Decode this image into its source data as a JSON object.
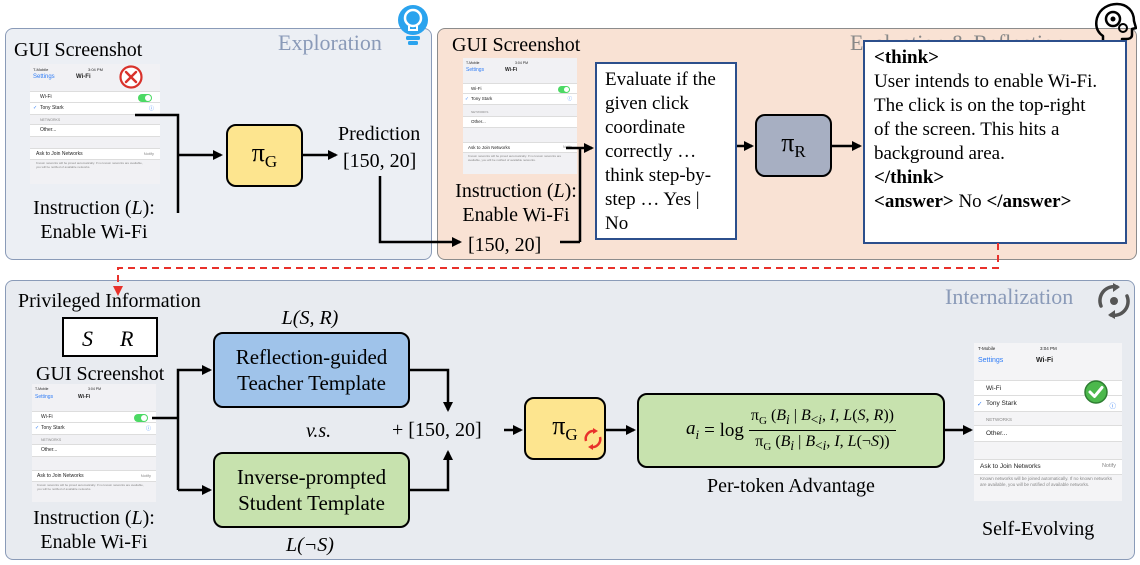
{
  "exploration": {
    "title": "Exploration",
    "screenshot_label": "GUI Screenshot",
    "instruction_line1": "Instruction (L):",
    "instruction_line2": "Enable Wi-Fi",
    "policy": "π_G",
    "prediction_label": "Prediction",
    "prediction_value": "[150, 20]"
  },
  "evaluation": {
    "title": "Evaluation & Reflection",
    "screenshot_label": "GUI Screenshot",
    "instruction_line1": "Instruction (L):",
    "instruction_line2": "Enable Wi-Fi",
    "coord": "[150, 20]",
    "prompt_lines": [
      "Evaluate if the",
      "given click",
      "coordinate",
      "correctly …",
      "think step-by-",
      "step … Yes |",
      "No"
    ],
    "policy": "π_R",
    "think_open": "<think>",
    "think_lines": [
      "User intends to enable Wi-Fi.",
      "The click is on the top-right",
      "of the screen. This hits a",
      "background area."
    ],
    "think_close": "</think>",
    "answer_open": "<answer>",
    "answer_value": " No ",
    "answer_close": "</answer>"
  },
  "internalization": {
    "title": "Internalization",
    "privileged_label": "Privileged Information",
    "priv_s": "S",
    "priv_r": "R",
    "screenshot_label": "GUI Screenshot",
    "instruction_line1": "Instruction (L):",
    "instruction_line2": "Enable Wi-Fi",
    "teacher_cond": "L(S, R)",
    "teacher_line1": "Reflection-guided",
    "teacher_line2": "Teacher Template",
    "vs": "v.s.",
    "student_line1": "Inverse-prompted",
    "student_line2": "Student Template",
    "student_cond": "L(¬S)",
    "plus_coord": "+ [150, 20]",
    "policy": "π_G",
    "formula_lhs": "a",
    "formula_lhs_sub": "i",
    "formula_eq": " = log ",
    "formula_num": "π_G (B_i | B_<i, I, L(S, R))",
    "formula_den": "π_G (B_i | B_<i, I, L(¬S))",
    "formula_caption": "Per-token Advantage",
    "result_label": "Self-Evolving"
  },
  "screen": {
    "carrier": "T-Mobile",
    "time": "3:04 PM",
    "back": "Settings",
    "header": "Wi-Fi",
    "wifi_row": "Wi-Fi",
    "network": "Tony Stark",
    "networks_header": "NETWORKS",
    "other": "Other...",
    "ask": "Ask to Join Networks",
    "notify": "Notify",
    "footnote": "Known networks will be joined automatically. If no known networks are available, you will be notified of available networks."
  },
  "colors": {
    "exploration_bg": "#eceff4",
    "evaluation_bg": "#f9e2d4",
    "internal_bg": "#e8ebf0",
    "policy_fill": "#fde58f",
    "reflect_fill": "#a7afc2",
    "teacher_fill": "#9fc3ea",
    "student_fill": "#c7e2ae",
    "formula_fill": "#c7e2ae",
    "text_box_border": "#2c4f8c",
    "dashed_arrow": "#e8312b"
  },
  "icons": [
    "bulb-icon",
    "head-gears-icon",
    "refresh-cycle-icon",
    "error-x-icon",
    "check-icon"
  ]
}
